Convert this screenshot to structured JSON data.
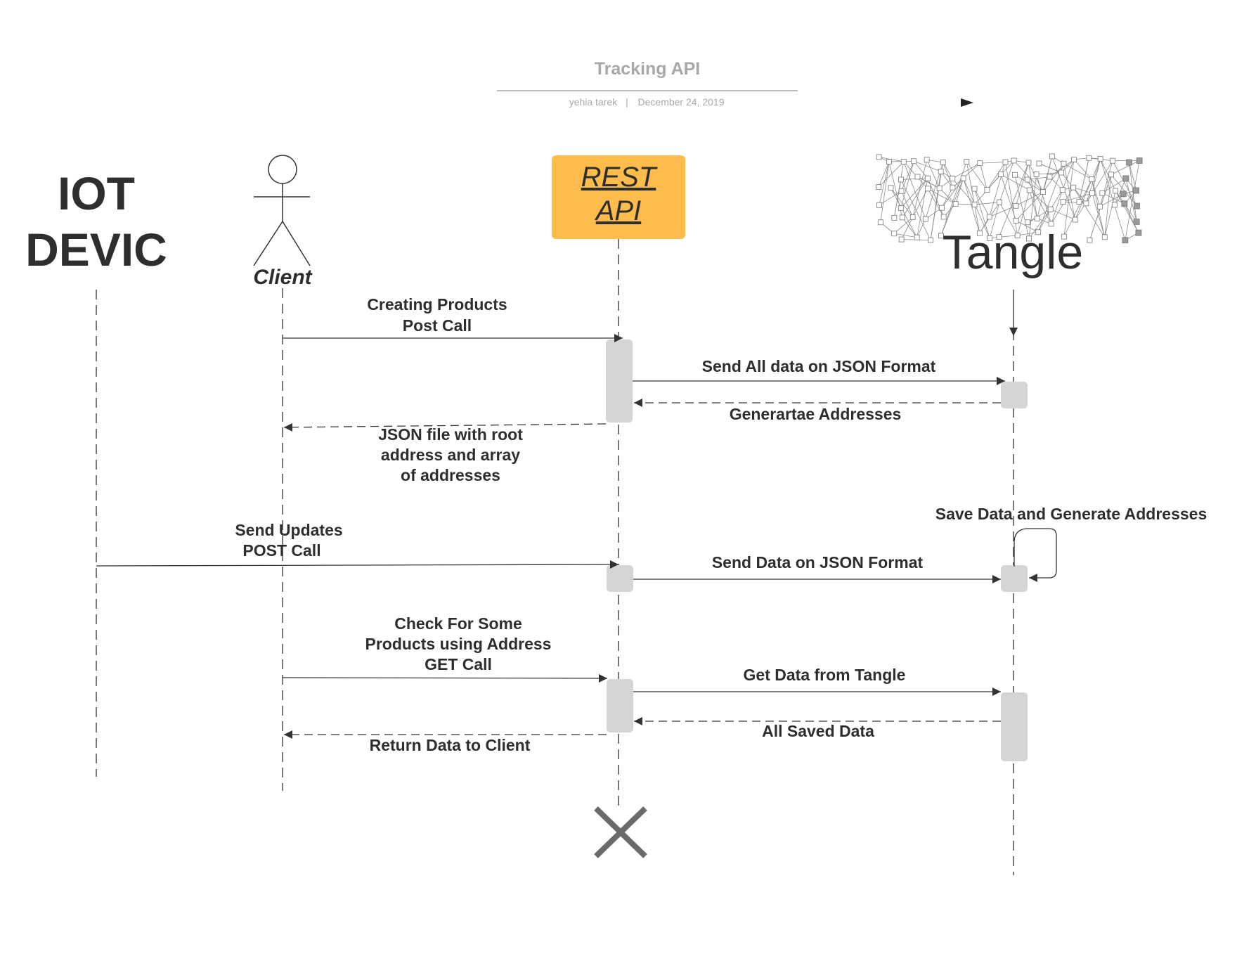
{
  "header": {
    "title": "Tracking API",
    "author": "yehia tarek",
    "separator": "|",
    "date": "December 24, 2019"
  },
  "participants": {
    "iot": [
      "IOT",
      "DEVIC"
    ],
    "client": "Client",
    "rest_api": [
      "REST",
      "API"
    ],
    "tangle": "Tangle"
  },
  "messages": {
    "create_products": [
      "Creating Products",
      "Post Call"
    ],
    "send_all_data": "Send All data on JSON Format",
    "generate_addresses": "Generartae Addresses",
    "json_file": [
      "JSON file with root",
      "address and array",
      "of addresses"
    ],
    "send_updates": [
      "Send Updates",
      "POST Call"
    ],
    "save_data": "Save Data and Generate Addresses",
    "send_data": "Send Data on JSON Format",
    "check_products": [
      "Check For Some",
      "Products using Address",
      "GET Call"
    ],
    "get_data": "Get Data from Tangle",
    "all_saved_data": "All Saved Data",
    "return_data": "Return Data to Client"
  },
  "colors": {
    "rest_api_box": "#fdbc4b",
    "activation": "#d5d5d7",
    "line": "#333333",
    "title": "#a8a8a8",
    "destroy_mark": "#6a6a6a"
  },
  "icons": {
    "client": "stick-figure-icon",
    "tangle": "tangle-graph-icon",
    "destroy": "x-destroy-icon"
  }
}
